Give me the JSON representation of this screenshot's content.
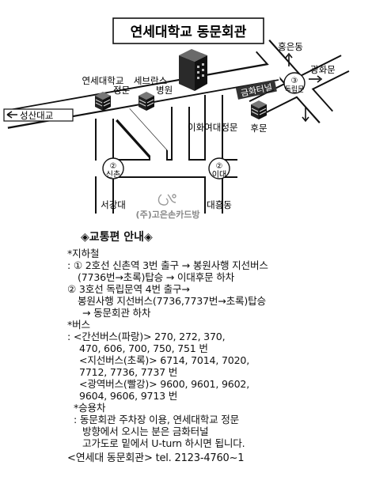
{
  "map": {
    "title": "연세대학교 동문회관",
    "labels": {
      "yonsei_main_gate_line1": "연세대학교",
      "yonsei_main_gate_line2": "정문",
      "severance_line1": "세브란스",
      "severance_line2": "병원",
      "seongsan_bridge": "성산대교",
      "ewha_main_gate": "이화여대정문",
      "back_gate": "후문",
      "geumhwa_tunnel": "금화터널",
      "hongeun_dong": "홍은동",
      "gwanghwamun": "광화문",
      "seogang_univ": "서강대",
      "daeheung_dong": "대흥동",
      "copyright": "(주)고은손카드방"
    },
    "stations": [
      {
        "line": "②",
        "name": "신촌"
      },
      {
        "line": "②",
        "name": "이대"
      },
      {
        "line": "③",
        "name": "독립문"
      }
    ],
    "icons": [
      "building-icon",
      "building-icon",
      "building-icon",
      "tall-building-icon"
    ]
  },
  "guide": {
    "heading": "◈교통편 안내◈",
    "lines": [
      "*지하철",
      ": ① 2호선 신촌역 3번 출구 → 봉원사행 지선버스",
      "(7736번→초록)탑승 → 이대후문 하차",
      "② 3호선 독립문역 4번 출구→",
      "봉원사행 지선버스(7736,7737번→초록)탑승",
      "→ 동문회관 하차",
      "*버스",
      ": <간선버스(파랑)> 270, 272, 370,",
      "470, 606, 700, 750, 751 번",
      "<지선버스(초록)> 6714, 7014, 7020,",
      "7712, 7736, 7737 번",
      "<광역버스(빨강)> 9600, 9601, 9602,",
      "9604, 9606, 9713 번",
      "*승용차",
      ": 동문회관 주차장 이용, 연세대학교 정문",
      "방향에서 오시는 분은 금화터널",
      "고가도로 밑에서 U-turn 하시면 됩니다.",
      "<연세대 동문회관> tel. 2123-4760~1"
    ]
  }
}
